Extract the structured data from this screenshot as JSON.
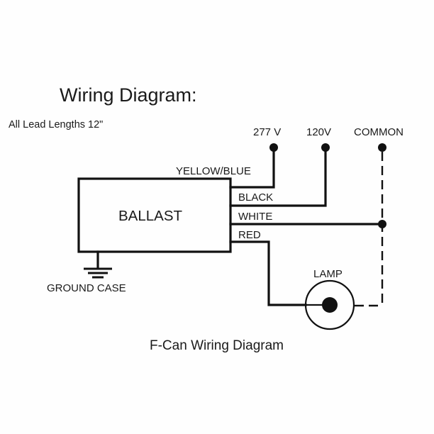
{
  "title": "Wiring Diagram:",
  "note": "All Lead Lengths 12\"",
  "caption": "F-Can Wiring Diagram",
  "ballast": {
    "label": "BALLAST"
  },
  "ground": {
    "label": "GROUND CASE"
  },
  "terminals": [
    {
      "label": "277 V",
      "wire": "YELLOW/BLUE"
    },
    {
      "label": "120V",
      "wire": "BLACK"
    },
    {
      "label": "COMMON",
      "wire": "WHITE"
    }
  ],
  "wires": {
    "yellow_blue": "YELLOW/BLUE",
    "black": "BLACK",
    "white": "WHITE",
    "red": "RED"
  },
  "lamp": {
    "label": "LAMP"
  },
  "colors": {
    "line": "#111111",
    "text": "#1a1a1a",
    "background": "#fefefe"
  }
}
